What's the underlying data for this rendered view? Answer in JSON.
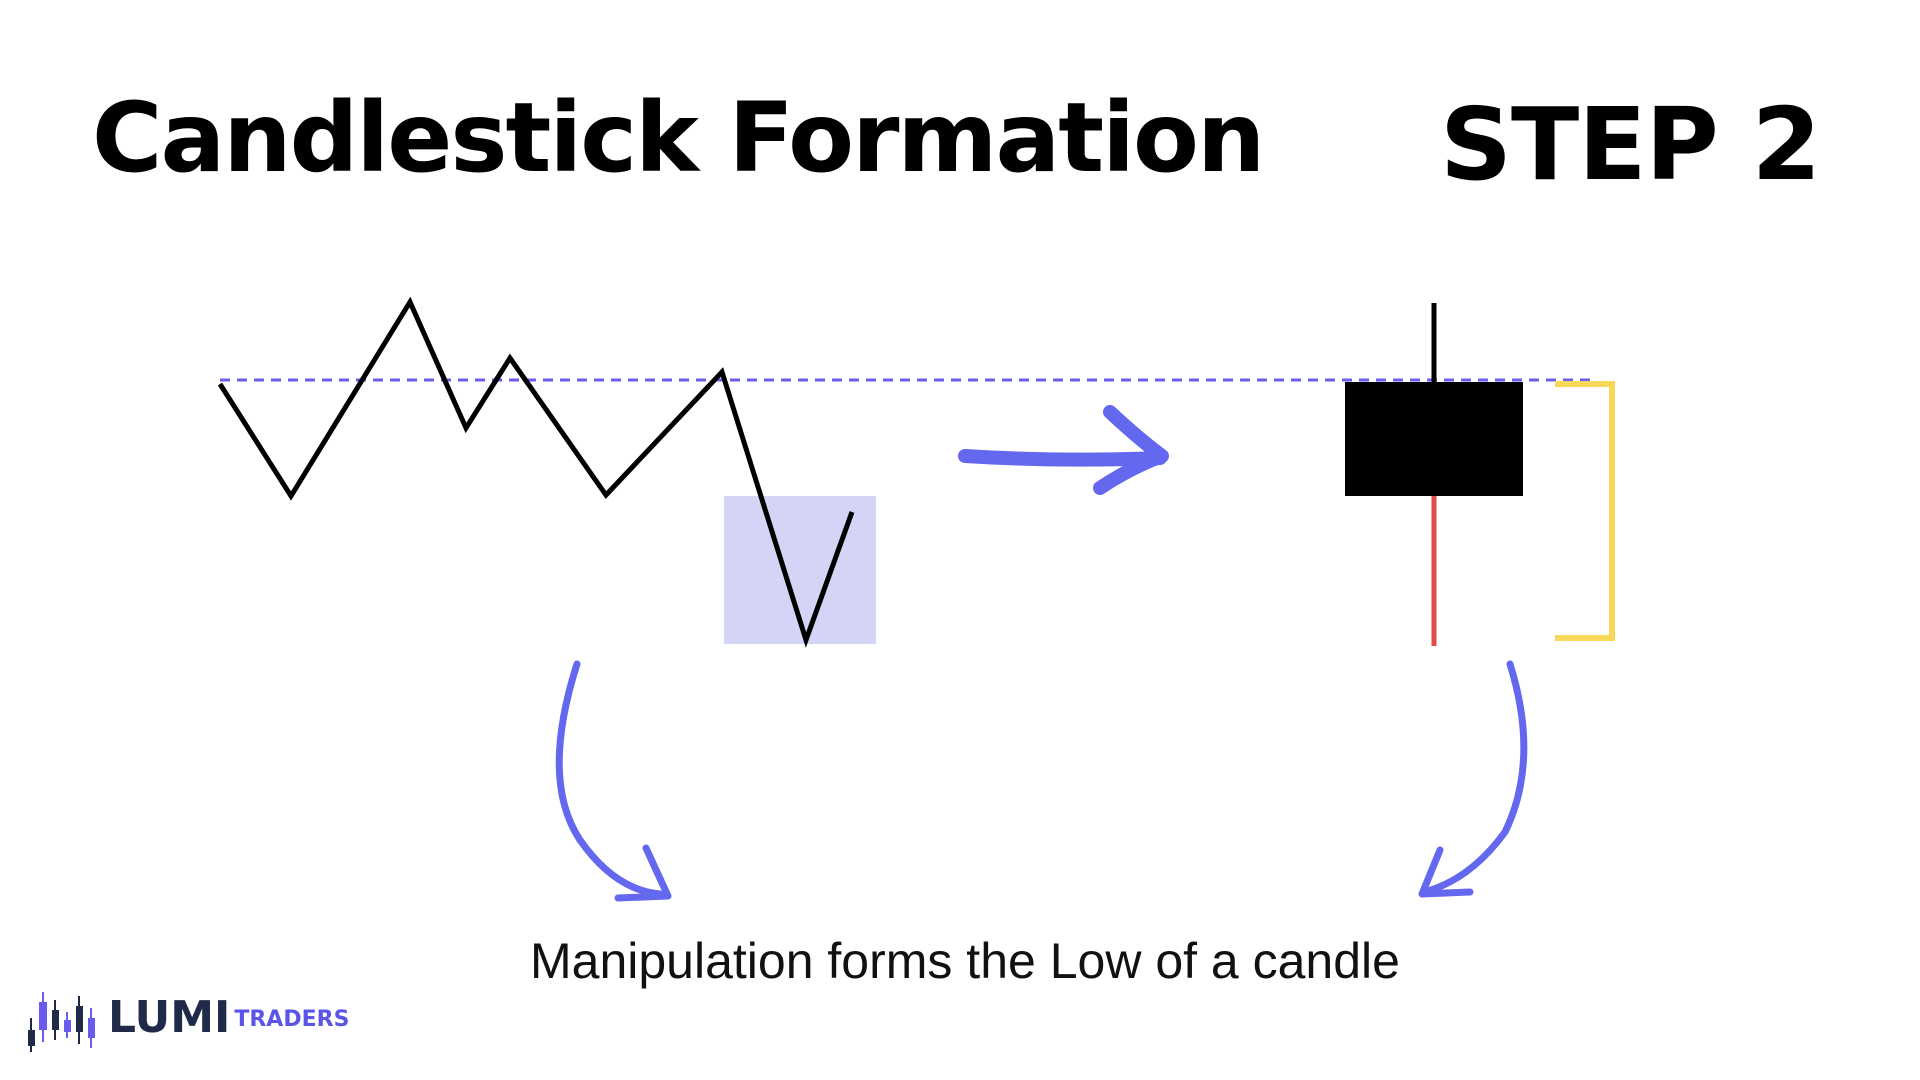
{
  "header": {
    "title": "Candlestick Formation",
    "step": "STEP 2"
  },
  "caption": "Manipulation forms the Low of a candle",
  "logo": {
    "primary": "LUMI",
    "secondary": "TRADERS"
  },
  "colors": {
    "background": "#ffffff",
    "price_line": "#000000",
    "level_line": "#6b5cf0",
    "highlight": "#d4d4f7",
    "arrow": "#6368ef",
    "candle_body": "#000000",
    "upper_wick": "#000000",
    "lower_wick": "#e34a4a",
    "bracket": "#f7d858"
  },
  "icons": {
    "right_arrow": "right-arrow-icon",
    "curved_arrow_left": "curved-down-arrow-icon",
    "curved_arrow_right": "curved-down-left-arrow-icon",
    "logo_mark": "candlestick-logo-icon"
  }
}
